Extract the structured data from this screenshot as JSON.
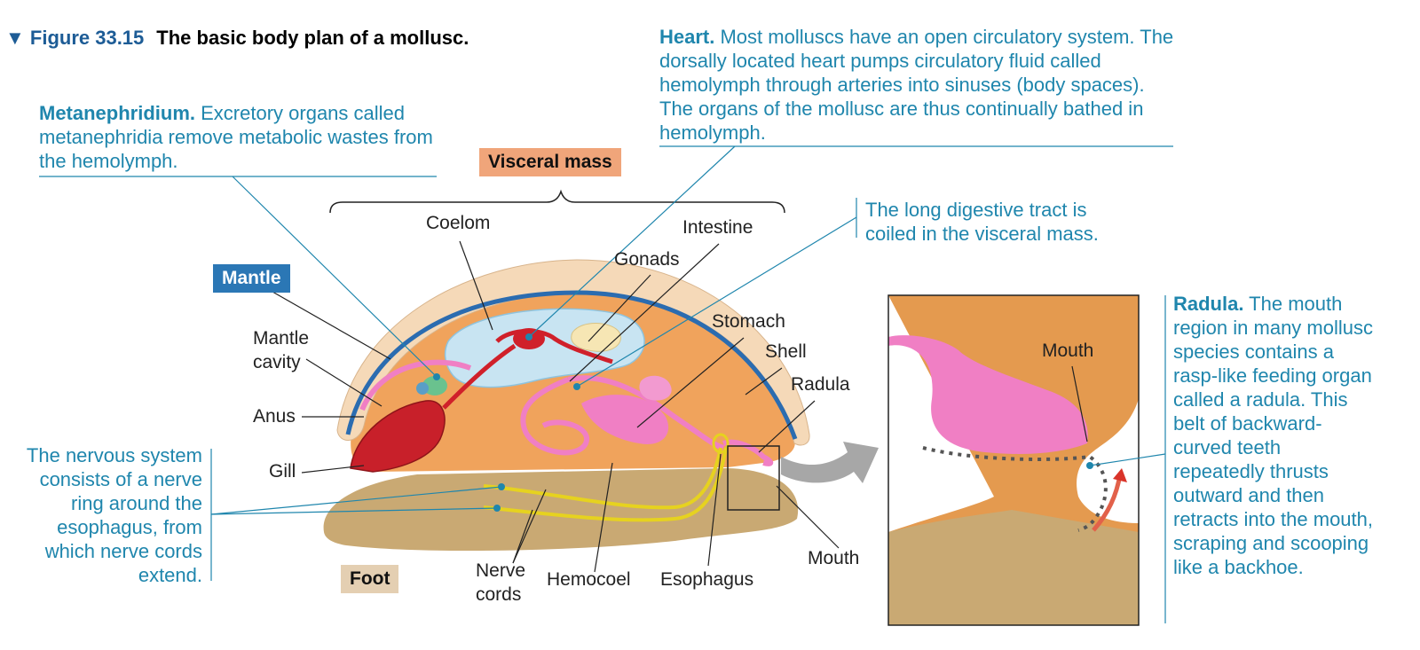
{
  "figure": {
    "number": "Figure 33.15",
    "title": "The basic body plan of a mollusc."
  },
  "notes": {
    "heart": {
      "head": "Heart.",
      "text": " Most molluscs have an open circulatory system. The dorsally located heart pumps circulatory fluid called hemolymph through arteries into sinuses (body spaces). The organs of the mollusc are thus continually bathed in hemolymph."
    },
    "metanephridium": {
      "head": "Metanephridium.",
      "text": " Excretory organs called metanephridia remove metabolic wastes from the hemolymph."
    },
    "digestive": {
      "text": "The long digestive tract is coiled in the visceral mass."
    },
    "nervous": {
      "text": "The nervous system consists of a nerve ring around the esophagus, from which nerve cords extend."
    },
    "radula": {
      "head": "Radula.",
      "text": " The mouth region in many mollusc species contains a rasp-like feeding organ called a radula. This belt of backward-curved teeth repeatedly thrusts outward and then retracts into the mouth, scraping and scooping like a backhoe."
    }
  },
  "tags": {
    "visceral_mass": "Visceral mass",
    "mantle": "Mantle",
    "foot": "Foot"
  },
  "labels": {
    "coelom": "Coelom",
    "intestine": "Intestine",
    "gonads": "Gonads",
    "mantle_cavity_1": "Mantle",
    "mantle_cavity_2": "cavity",
    "anus": "Anus",
    "gill": "Gill",
    "stomach": "Stomach",
    "shell": "Shell",
    "radula": "Radula",
    "nerve_cords_1": "Nerve",
    "nerve_cords_2": "cords",
    "hemocoel": "Hemocoel",
    "esophagus": "Esophagus",
    "mouth": "Mouth",
    "inset_mouth": "Mouth"
  },
  "colors": {
    "note_text": "#1f86ad",
    "title_number": "#1d5c96",
    "visceral_tag": "#f0a57a",
    "mantle_tag": "#2b77b5",
    "foot_tag": "#e4cfb2",
    "shell": "#f5d9b8",
    "body": "#f0a35c",
    "foot": "#c9a973",
    "coelom": "#c8e4f2",
    "heart": "#d0202a",
    "gut": "#f07fc4",
    "nerve": "#e6d21f"
  }
}
